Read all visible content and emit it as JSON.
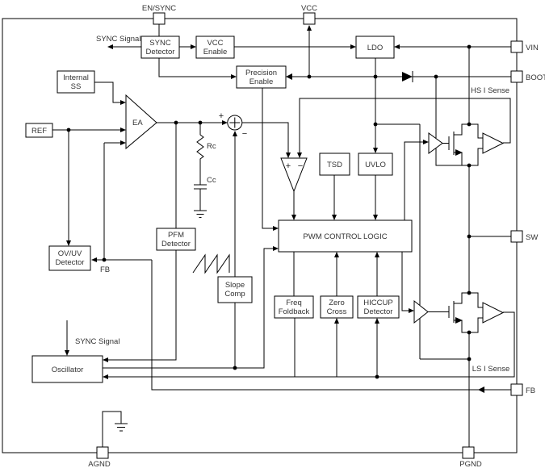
{
  "diagram": {
    "pins": {
      "en_sync": "EN/SYNC",
      "vcc": "VCC",
      "vin": "VIN",
      "boot": "BOOT",
      "sw": "SW",
      "fb": "FB",
      "pgnd": "PGND",
      "agnd": "AGND"
    },
    "blocks": {
      "sync_detector": {
        "line1": "SYNC",
        "line2": "Detector"
      },
      "vcc_enable": {
        "line1": "VCC",
        "line2": "Enable"
      },
      "ldo": {
        "label": "LDO"
      },
      "precision_enable": {
        "line1": "Precision",
        "line2": "Enable"
      },
      "internal_ss": {
        "line1": "Internal",
        "line2": "SS"
      },
      "ref": {
        "label": "REF"
      },
      "error_amp": {
        "label": "EA"
      },
      "pfm_detector": {
        "line1": "PFM",
        "line2": "Detector"
      },
      "ov_uv_detector": {
        "line1": "OV/UV",
        "line2": "Detector"
      },
      "slope_comp": {
        "line1": "Slope",
        "line2": "Comp"
      },
      "tsd": {
        "label": "TSD"
      },
      "uvlo": {
        "label": "UVLO"
      },
      "pwm_control_logic": {
        "label": "PWM CONTROL LOGIC"
      },
      "freq_foldback": {
        "line1": "Freq",
        "line2": "Foldback"
      },
      "zero_cross": {
        "line1": "Zero",
        "line2": "Cross"
      },
      "hiccup_detector": {
        "line1": "HICCUP",
        "line2": "Detector"
      },
      "oscillator": {
        "label": "Oscillator"
      }
    },
    "labels": {
      "sync_signal_top": "SYNC Signal",
      "sync_signal_bottom": "SYNC Signal",
      "hs_i_sense": "HS I Sense",
      "ls_i_sense": "LS I Sense",
      "fb_node": "FB",
      "rc": "Rc",
      "cc": "Cc",
      "sum_plus": "+",
      "sum_minus": "−",
      "comp_plus": "+",
      "comp_minus": "−"
    },
    "colors": {
      "line": "#000000",
      "text": "#333333",
      "background": "#ffffff"
    }
  }
}
